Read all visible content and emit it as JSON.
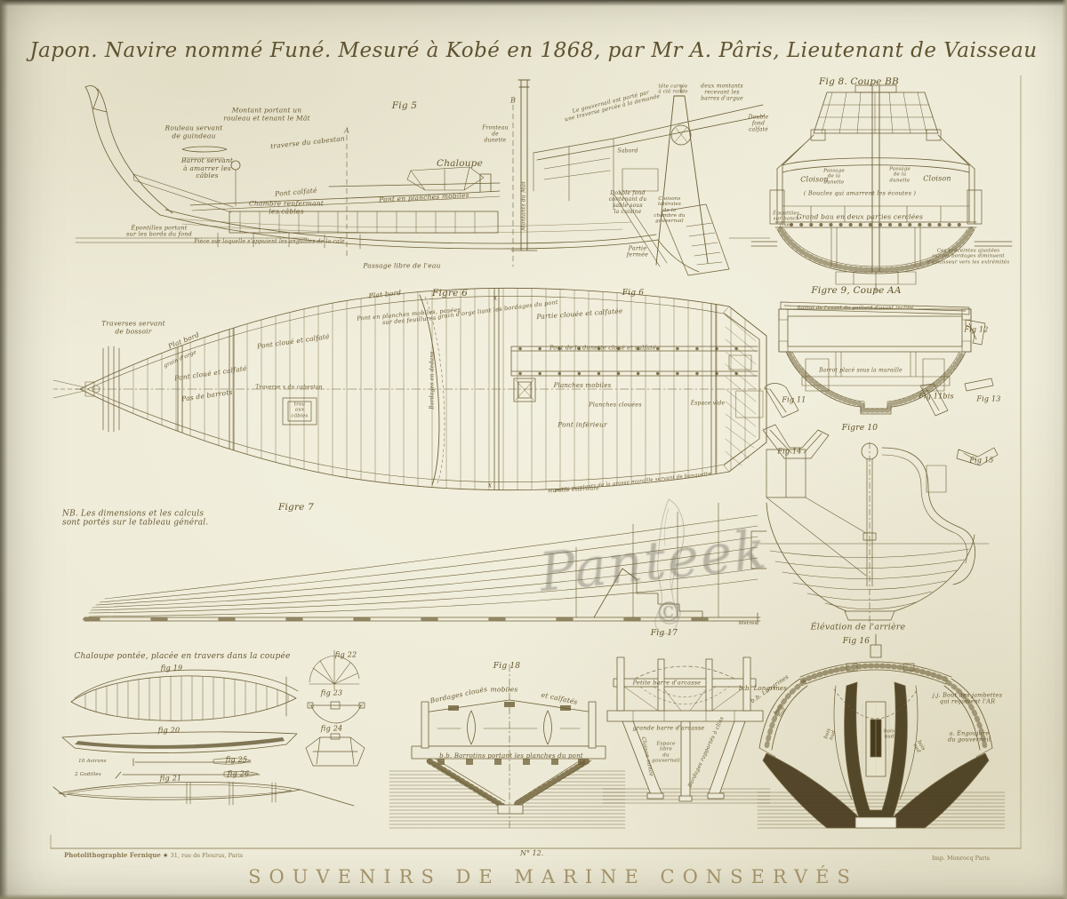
{
  "plate": {
    "title": "Japon. Navire nommé Funé. Mesuré à Kobé en 1868, par Mr A. Pâris, Lieutenant de Vaisseau",
    "plate_number": "N° 12.",
    "series_title": "SOUVENIRS  DE  MARINE  CONSERVÉS",
    "imprint_left_name": "Photolithographie Fernique",
    "imprint_left_star": "★",
    "imprint_left_address": "31, rue de Fleurus, Paris",
    "imprint_right": "Imp. Monrocq Paris",
    "watermark_text": "Panteek",
    "watermark_copyright": "©"
  },
  "figures": {
    "fig5": {
      "label": "Fig 5",
      "ann": [
        "Montant portant un\nrouleau et tenant le Mât",
        "Rouleau servant\nde guindeau",
        "Barrot servant\nà amarrer les\ncâbles",
        "traverse du cabestan",
        "Pont calfaté",
        "Chambre renfermant\nles câbles",
        "Chaloupe",
        "Fronteau\nde\ndunette",
        "Pont en planches mobiles",
        "Épontilles portant\nsur les bords du fond",
        "Pièce sur laquelle s'appuient les anguilles de la cale",
        "Passage libre de l'eau",
        "Le gouvernail est porté par\nune traverse percée à la demande",
        "deux montants\nrecevant les\nbarres d'argue",
        "tête carrée\nà clé ronde",
        "Double\nfond\ncalfaté",
        "Sabord",
        "Double fond\ncontenant du\nsable sous\nla cuisine",
        "Cloisons\nlatérales\nde la\nchambre du\ngouvernail",
        "Partie\nfermée",
        "Montants du Mât",
        "A",
        "B"
      ]
    },
    "fig8": {
      "label": "Fig 8.   Coupe BB",
      "ann": [
        "Cloison",
        "Passage\nde la\ndunette",
        "Passage\nde la\ndunette",
        "Cloison",
        "( Boucles qui amarrent les écoutes )",
        "Grand bau    en deux    parties cerclées",
        "Épontilles\nsur bancs\nfixes",
        "Ces préceintes ajustées\nsur les bordages diminuent\nd'épaisseur vers les extrémités"
      ]
    },
    "fig9": {
      "label": "Figre 9,  Coupe AA",
      "ann": [
        "Barrot de l'avant du gaillard d'avant incliné",
        "Barrot placé sous la muraille"
      ]
    },
    "small_figs": {
      "fig10": "Figre 10",
      "fig11": "Fig 11",
      "fig11bis": "Fig 11bis",
      "fig12": "Fig 12",
      "fig13": "Fig 13",
      "fig14": "Fig 14",
      "fig15": "Fig 15",
      "elevation_caption": "Élévation de l'arrière"
    },
    "fig6": {
      "label_left": "Figre 6",
      "label_right": "Fig 6",
      "ann": [
        "Traverses servant\nde bossoir",
        "Plat bord",
        "Plat bord",
        "grain d'orge",
        "grain d'orge liant les bordages du pont",
        "Pont en planches mobiles, posées\nsur des feuillures",
        "Pont cloué et calfaté",
        "Pont cloué et calfaté",
        "Pas de barrots",
        "Traverse x du cabestan",
        "trou\naux\ncâbles",
        "Partie clouée et calfatée",
        "Pont de la dunette cloué et calfaté",
        "Planches mobiles",
        "Planches clouées",
        "Pont inférieur",
        "Espace vide",
        "Bordages en dedans",
        "petits montants de la grosse muraille servant de banquette",
        "muraille extérieure",
        "x",
        "x"
      ]
    },
    "fig7": {
      "label": "Figre 7",
      "note": "NB. Les dimensions et les calculs\nsont portés sur le tableau général.",
      "scale_label": "Mètres"
    },
    "fig17": {
      "label": "Fig 17",
      "ann": [
        "Petite barre d'arcasse",
        "b.b. Longrines",
        "grande barre d'arcasse",
        "Cloison mince",
        "Espace\nlibre\ndu\ngouvernail",
        "Bordages rapportés à clins"
      ]
    },
    "boats": {
      "caption": "Chaloupe pontée, placée en travers dans la coupée",
      "fig19": "fig 19",
      "fig20": "fig 20",
      "fig21": "fig 21",
      "fig22": "fig 22",
      "fig23": "fig 23",
      "fig24": "fig 24",
      "fig25": "fig 25",
      "fig26": "fig 26",
      "oars": "10 Avirons",
      "sculls": "2 Godilles"
    },
    "fig18": {
      "label": "Fig 18",
      "ann": [
        "Bordages cloués",
        "mobiles",
        "et calfatés",
        "b.b. Barrotins portant les planches du pont"
      ]
    },
    "fig16": {
      "label": "Fig 16",
      "ann": [
        "b.b. Longrines",
        "bois\nnud",
        "bois\nnud",
        "bois\nnud",
        "bois\nnud",
        "j.j. Bout des jambettes\nqui reçoivent l'AR",
        "a. Engoujure\ndu gouvernail"
      ]
    }
  }
}
